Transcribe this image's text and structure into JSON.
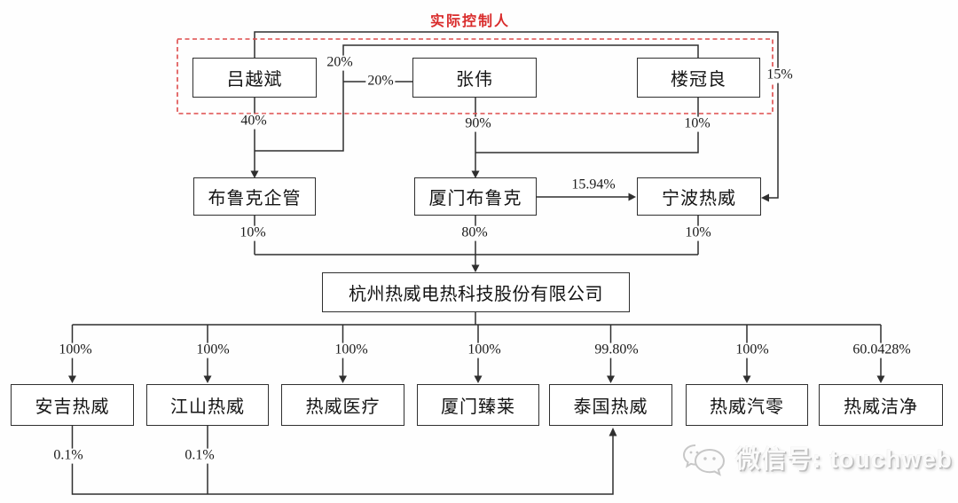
{
  "diagram_title": "实际控制人",
  "colors": {
    "line": "#2f2f2f",
    "controller_red": "#d92b2b",
    "dashed_border": "#dd4b4b",
    "box_background": "#ffffff"
  },
  "nodes": [
    {
      "id": "lvyuebin",
      "name": "吕越斌",
      "type": "person"
    },
    {
      "id": "zhangwei",
      "name": "张伟",
      "type": "person"
    },
    {
      "id": "louguanliang",
      "name": "楼冠良",
      "type": "person"
    },
    {
      "id": "bruke-qiguan",
      "name": "布鲁克企管",
      "type": "company"
    },
    {
      "id": "xiamen-bruke",
      "name": "厦门布鲁克",
      "type": "company"
    },
    {
      "id": "ningbo-rewei",
      "name": "宁波热威",
      "type": "company"
    },
    {
      "id": "main-company",
      "name": "杭州热威电热科技股份有限公司",
      "type": "company"
    },
    {
      "id": "anji-rewei",
      "name": "安吉热威",
      "type": "subsidiary"
    },
    {
      "id": "jiangshan-rewei",
      "name": "江山热威",
      "type": "subsidiary"
    },
    {
      "id": "rewei-yiliao",
      "name": "热威医疗",
      "type": "subsidiary"
    },
    {
      "id": "xiamen-zhenlai",
      "name": "厦门臻莱",
      "type": "subsidiary"
    },
    {
      "id": "taiguo-rewei",
      "name": "泰国热威",
      "type": "subsidiary"
    },
    {
      "id": "rewei-qiling",
      "name": "热威汽零",
      "type": "subsidiary"
    },
    {
      "id": "rewei-jiejing",
      "name": "热威洁净",
      "type": "subsidiary"
    }
  ],
  "edges": [
    {
      "from": "楼冠良",
      "to": "布鲁克企管",
      "label": "20%"
    },
    {
      "from": "张伟",
      "to": "布鲁克企管",
      "label": "20%"
    },
    {
      "from": "吕越斌",
      "to": "宁波热威",
      "label": "15%"
    },
    {
      "from": "吕越斌",
      "to": "布鲁克企管",
      "label": "40%"
    },
    {
      "from": "张伟",
      "to": "厦门布鲁克",
      "label": "90%"
    },
    {
      "from": "楼冠良",
      "to": "厦门布鲁克",
      "label": "10%"
    },
    {
      "from": "厦门布鲁克",
      "to": "宁波热威",
      "label": "15.94%"
    },
    {
      "from": "布鲁克企管",
      "to": "杭州热威电热科技股份有限公司",
      "label": "10%"
    },
    {
      "from": "厦门布鲁克",
      "to": "杭州热威电热科技股份有限公司",
      "label": "80%"
    },
    {
      "from": "宁波热威",
      "to": "杭州热威电热科技股份有限公司",
      "label": "10%"
    },
    {
      "from": "杭州热威电热科技股份有限公司",
      "to": "安吉热威",
      "label": "100%"
    },
    {
      "from": "杭州热威电热科技股份有限公司",
      "to": "江山热威",
      "label": "100%"
    },
    {
      "from": "杭州热威电热科技股份有限公司",
      "to": "热威医疗",
      "label": "100%"
    },
    {
      "from": "杭州热威电热科技股份有限公司",
      "to": "厦门臻莱",
      "label": "100%"
    },
    {
      "from": "杭州热威电热科技股份有限公司",
      "to": "泰国热威",
      "label": "99.80%"
    },
    {
      "from": "杭州热威电热科技股份有限公司",
      "to": "热威汽零",
      "label": "100%"
    },
    {
      "from": "杭州热威电热科技股份有限公司",
      "to": "热威洁净",
      "label": "60.0428%"
    },
    {
      "from": "安吉热威",
      "to": "泰国热威",
      "label": "0.1%"
    },
    {
      "from": "江山热威",
      "to": "泰国热威",
      "label": "0.1%"
    }
  ],
  "watermark": {
    "icon": "wechat-icon",
    "text": "微信号: touchweb"
  }
}
